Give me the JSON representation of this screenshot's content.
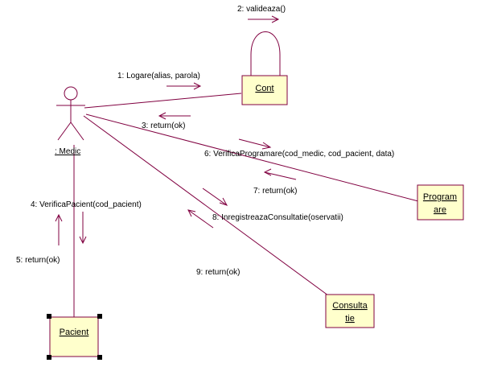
{
  "colors": {
    "link": "#800040",
    "box_fill": "#ffffcc",
    "box_stroke": "#800040",
    "text": "#000000",
    "handle": "#000000"
  },
  "actor": {
    "name": ": Medic",
    "icon": "stick-figure-icon"
  },
  "objects": {
    "cont": "Cont",
    "programare_line1": "Program",
    "programare_line2": "are",
    "consultatie_line1": "Consulta",
    "consultatie_line2": "tie",
    "pacient": "Pacient"
  },
  "messages": {
    "m1": "1: Logare(alias, parola)",
    "m2": "2: valideaza()",
    "m3": "3: return(ok)",
    "m4": "4: VerificaPacient(cod_pacient)",
    "m5": "5: return(ok)",
    "m6": "6: VerificaProgramare(cod_medic, cod_pacient, data)",
    "m7": "7: return(ok)",
    "m8": "8: InregistreazaConsultatie(oservatii)",
    "m9": "9: return(ok)"
  }
}
